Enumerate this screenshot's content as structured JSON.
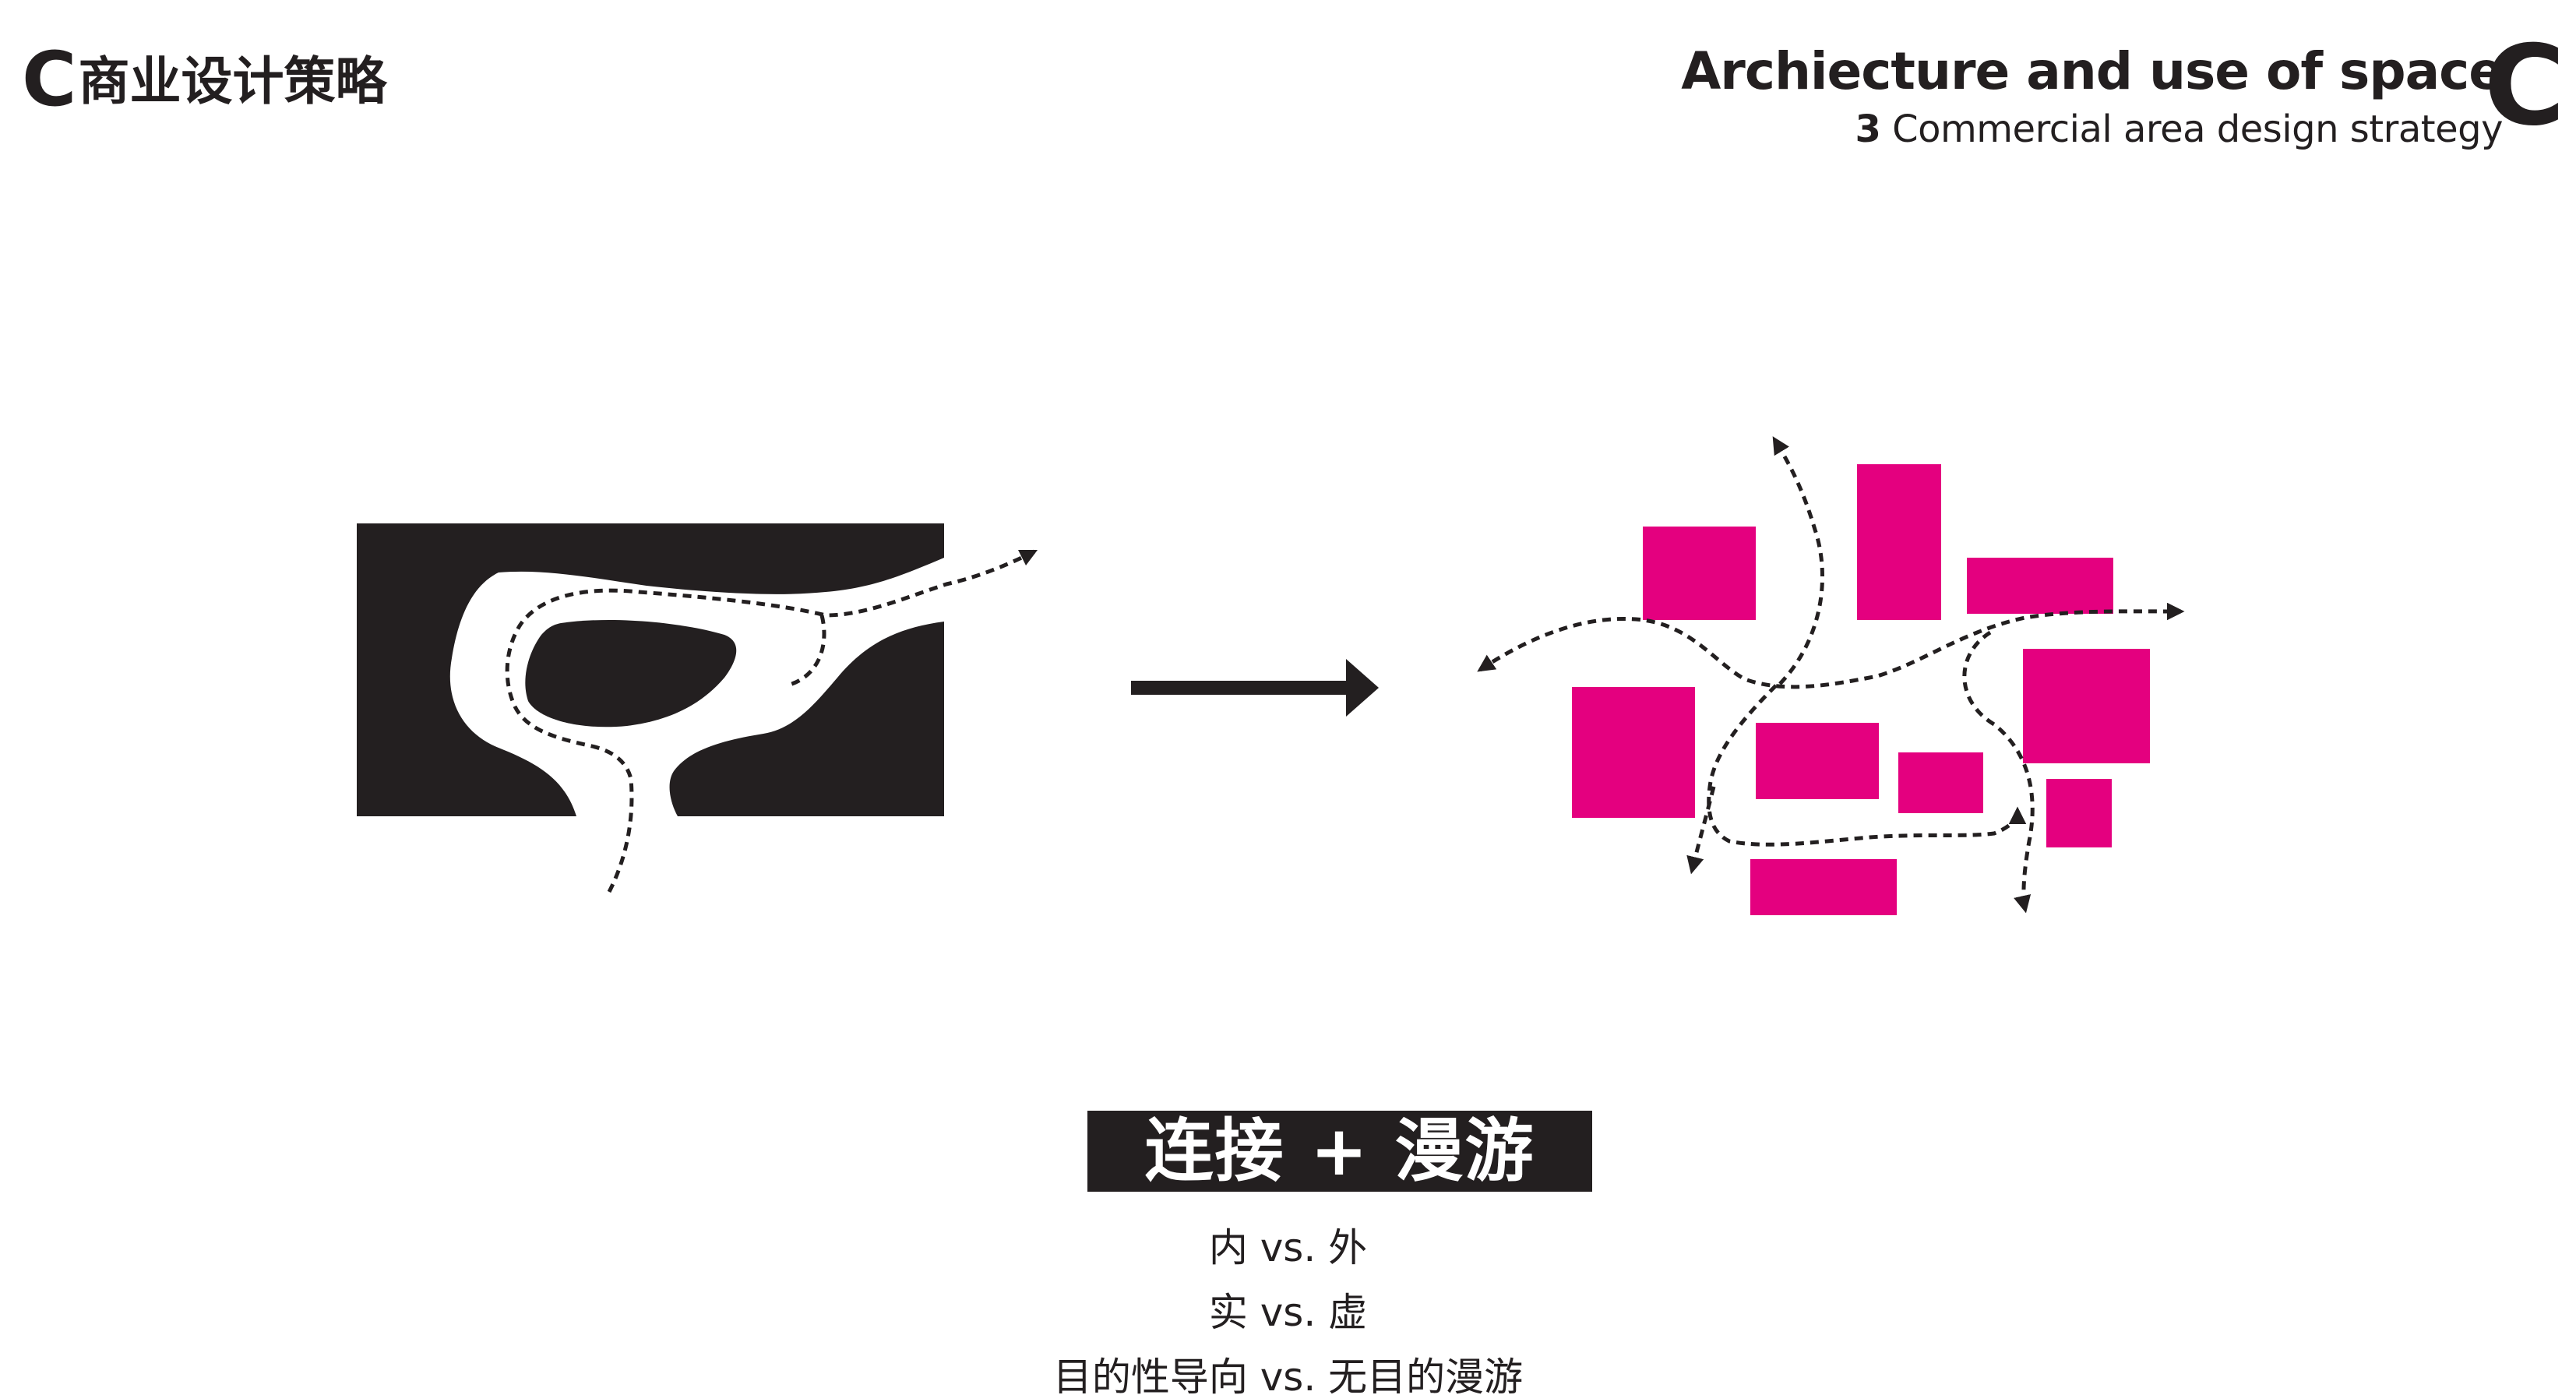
{
  "header": {
    "left_letter": "C",
    "left_title": "商业设计策略",
    "right_title": "Archiecture and use of space",
    "right_subtitle_number": "3",
    "right_subtitle_text": "Commercial area design strategy",
    "right_letter": "C"
  },
  "concept": {
    "tag": "连接 + 漫游",
    "lines": [
      "内 vs. 外",
      "实 vs. 虚",
      "目的性导向 vs. 无目的漫游"
    ]
  },
  "colors": {
    "ink": "#231f20",
    "accent": "#e4007f",
    "background": "#ffffff"
  },
  "icons": {
    "left_diagram": "connection-path-icon",
    "transition": "right-arrow-icon",
    "right_diagram": "wandering-blocks-icon"
  }
}
